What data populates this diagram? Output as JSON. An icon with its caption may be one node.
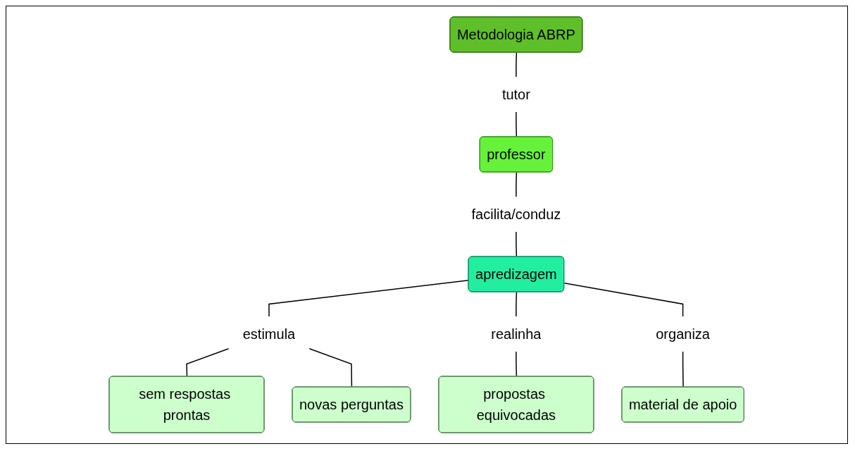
{
  "diagram": {
    "nodes": [
      {
        "text": [
          "Metodologia ABRP"
        ]
      },
      {
        "text": [
          "tutor"
        ]
      },
      {
        "text": [
          "professor"
        ]
      },
      {
        "text": [
          "facilita/conduz"
        ]
      },
      {
        "text": [
          "apredizagem"
        ]
      },
      {
        "text": [
          "estimula"
        ]
      },
      {
        "text": [
          "realinha"
        ]
      },
      {
        "text": [
          "organiza"
        ]
      },
      {
        "text": [
          "sem respostas prontas"
        ]
      },
      {
        "text": [
          "novas perguntas"
        ]
      },
      {
        "text": [
          "propostas equivocadas"
        ]
      },
      {
        "text": [
          "material de apoio"
        ]
      }
    ],
    "edges": [
      {
        "from": 0,
        "to": 1,
        "arrow": "none"
      },
      {
        "from": 1,
        "to": 2,
        "arrow": "none"
      },
      {
        "from": 2,
        "to": 3,
        "arrow": "none"
      },
      {
        "from": 3,
        "to": 4,
        "arrow": "none"
      },
      {
        "from": 4,
        "to": 5,
        "arrow": "none"
      },
      {
        "from": 4,
        "to": 6,
        "arrow": "none"
      },
      {
        "from": 4,
        "to": 7,
        "arrow": "none"
      },
      {
        "from": 5,
        "to": 8,
        "arrow": "none"
      },
      {
        "from": 5,
        "to": 9,
        "arrow": "none"
      },
      {
        "from": 6,
        "to": 10,
        "arrow": "none"
      },
      {
        "from": 7,
        "to": 11,
        "arrow": "none"
      }
    ]
  }
}
